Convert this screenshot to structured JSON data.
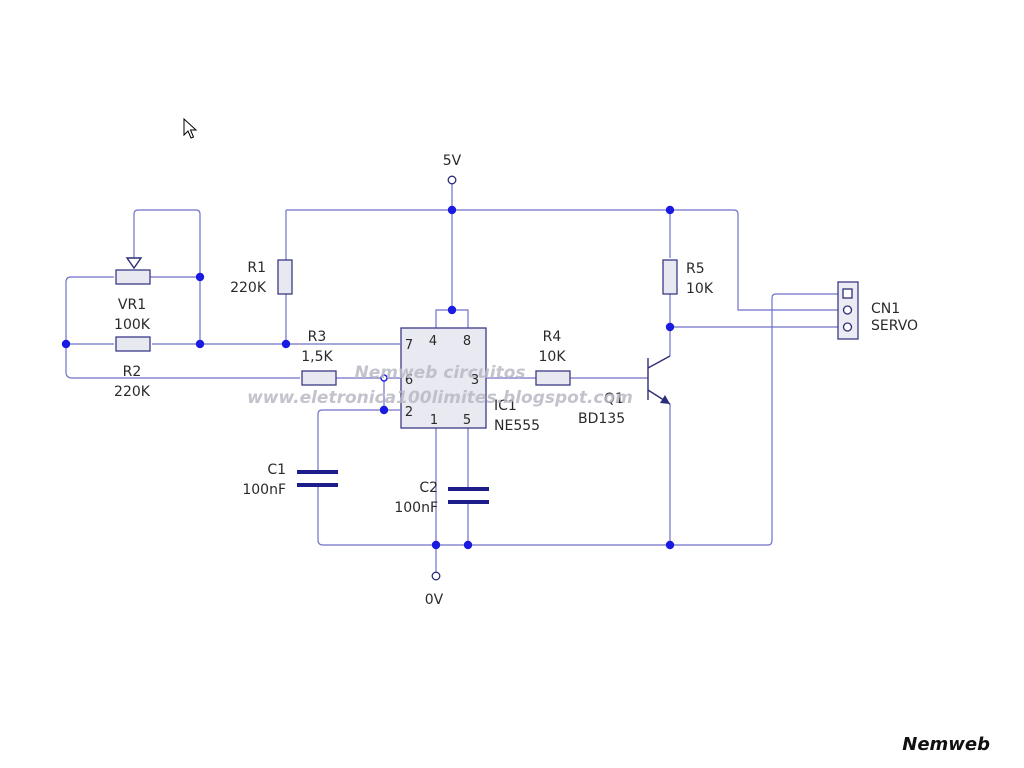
{
  "supply": {
    "vcc_label": "5V",
    "gnd_label": "0V"
  },
  "components": {
    "r1": {
      "ref": "R1",
      "value": "220K"
    },
    "r2": {
      "ref": "R2",
      "value": "220K"
    },
    "r3": {
      "ref": "R3",
      "value": "1,5K"
    },
    "r4": {
      "ref": "R4",
      "value": "10K"
    },
    "r5": {
      "ref": "R5",
      "value": "10K"
    },
    "vr1": {
      "ref": "VR1",
      "value": "100K"
    },
    "c1": {
      "ref": "C1",
      "value": "100nF"
    },
    "c2": {
      "ref": "C2",
      "value": "100nF"
    },
    "ic1": {
      "ref": "IC1",
      "value": "NE555",
      "pins": [
        "4",
        "8",
        "7",
        "6",
        "3",
        "2",
        "1",
        "5"
      ]
    },
    "q1": {
      "ref": "Q1",
      "value": "BD135"
    },
    "cn1": {
      "ref": "CN1",
      "value": "SERVO"
    }
  },
  "watermark": {
    "line1": "Nemweb circuitos",
    "line2": "www.eletronica100limites.blogspot.com"
  },
  "signature": "Nemweb",
  "icons": {
    "cursor": "mouse-pointer-icon"
  }
}
